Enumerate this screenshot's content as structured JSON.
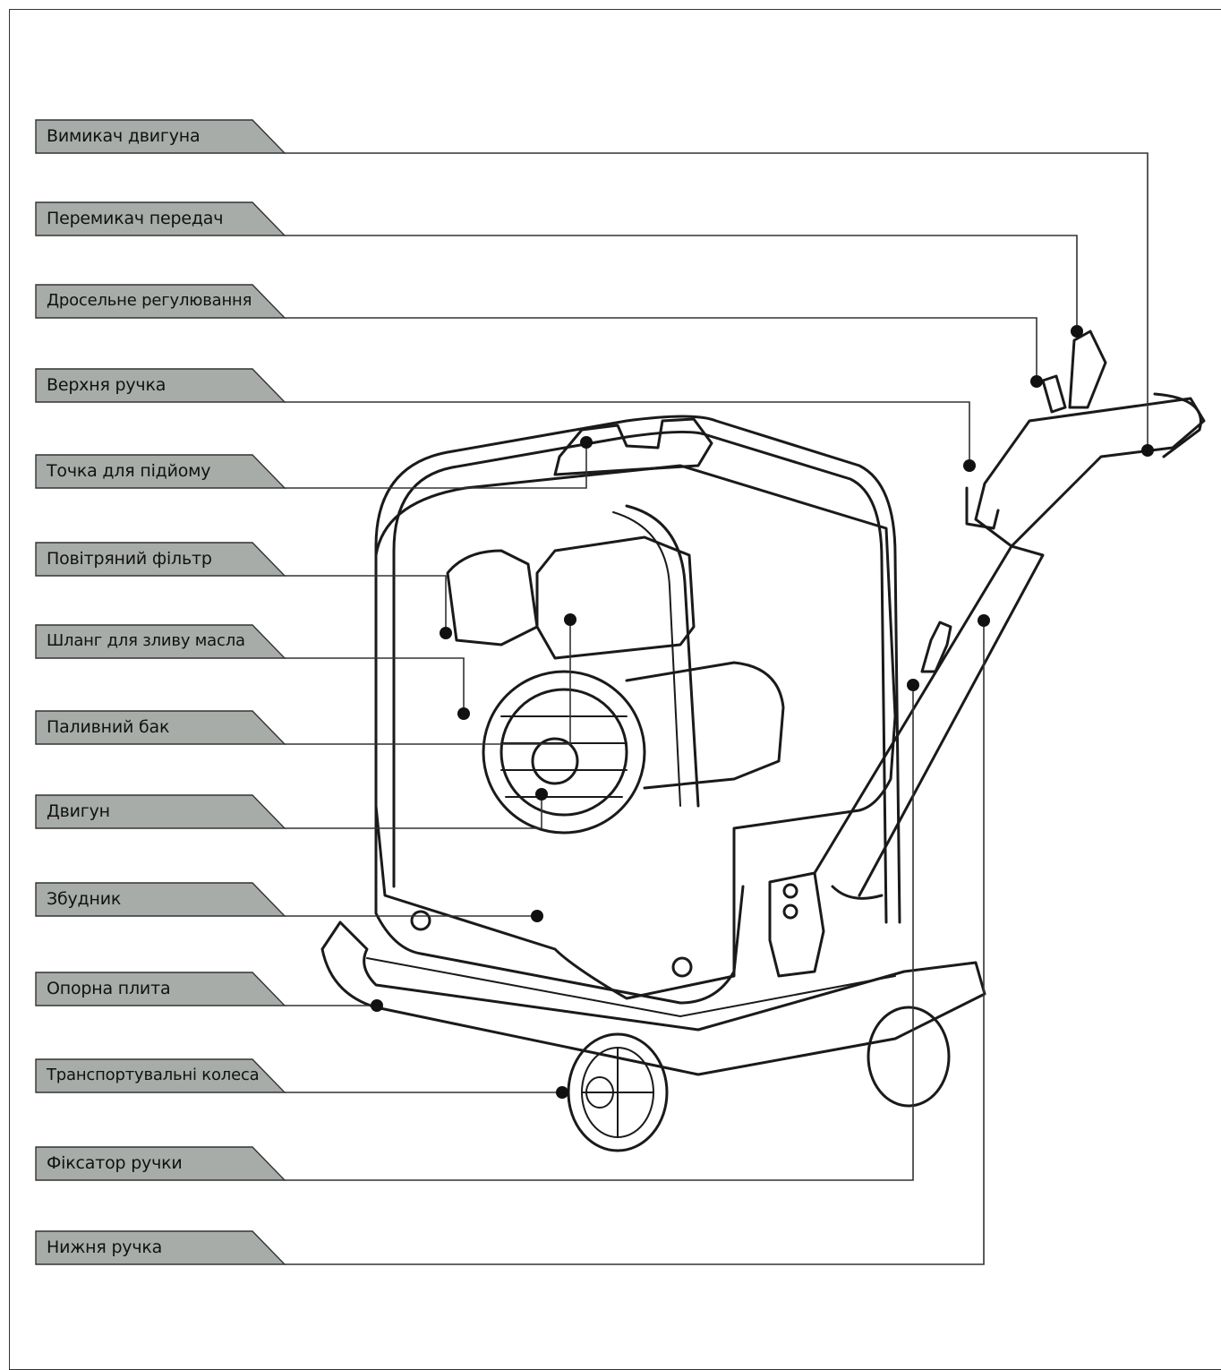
{
  "colors": {
    "tab_fill": "#a7aca9",
    "line": "#333333",
    "drawing": "#1a1a1a"
  },
  "machine_drawing": {
    "icon": "reversible-plate-compactor"
  },
  "labels": [
    {
      "id": "engine-switch",
      "text": "Вимикач двигуна"
    },
    {
      "id": "gear-shift",
      "text": "Перемикач передач"
    },
    {
      "id": "throttle",
      "text": "Дросельне регулювання"
    },
    {
      "id": "upper-handle",
      "text": "Верхня ручка"
    },
    {
      "id": "lifting-point",
      "text": "Точка для підйому"
    },
    {
      "id": "air-filter",
      "text": "Повітряний фільтр"
    },
    {
      "id": "oil-drain-hose",
      "text": "Шланг для зливу масла"
    },
    {
      "id": "fuel-tank",
      "text": "Паливний бак"
    },
    {
      "id": "engine",
      "text": "Двигун"
    },
    {
      "id": "exciter",
      "text": "Збудник"
    },
    {
      "id": "base-plate",
      "text": "Опорна плита"
    },
    {
      "id": "transport-wheels",
      "text": "Транспортувальні колеса"
    },
    {
      "id": "handle-lock",
      "text": "Фіксатор ручки"
    },
    {
      "id": "lower-handle",
      "text": "Нижня ручка"
    }
  ]
}
